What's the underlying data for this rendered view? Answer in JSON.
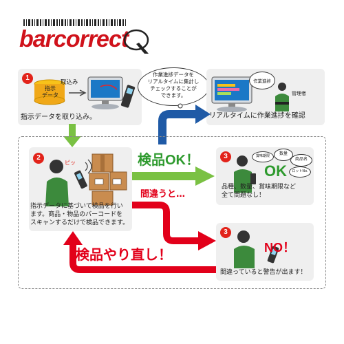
{
  "logo": {
    "text": "barcorrect"
  },
  "step1": {
    "badge": "1",
    "db_label_line1": "指示",
    "db_label_line2": "データ",
    "import_label": "取込み",
    "caption": "指示データを取り込み。"
  },
  "progress": {
    "bubble_line1": "作業進捗データを",
    "bubble_line2": "リアルタイムに集計し",
    "bubble_line3": "チェックすることが",
    "bubble_line4": "できます。",
    "screen_bubble": "作業進捗",
    "manager_label": "管理者",
    "caption": "リアルタイムに作業進捗を確認"
  },
  "step2": {
    "badge": "2",
    "beep": "ピッ",
    "caption_line1": "指示データに基づいて検品を行い",
    "caption_line2": "ます。商品・物品のバーコードを",
    "caption_line3": "スキャンするだけで検品できます。"
  },
  "ok_arrow_label": "検品OK！",
  "ng_arrow_label": "間違うと…",
  "redo_arrow_label": "検品やり直し！",
  "step3_ok": {
    "badge": "3",
    "bubble_expiry": "賞味期限",
    "bubble_qty": "数量",
    "bubble_item": "商品名",
    "bubble_lot": "ロットNo.",
    "ok_text": "OK",
    "caption_line1": "品種、数量、賞味期限など",
    "caption_line2": "全て問題なし！"
  },
  "step3_ng": {
    "badge": "3",
    "ng_text": "NO！",
    "caption": "間違っていると警告が出ます！"
  },
  "colors": {
    "brand_red": "#d0121b",
    "badge_red": "#e2231a",
    "ok_green": "#2e9a2e",
    "arrow_green": "#7ac143",
    "arrow_red": "#e2001a",
    "arrow_blue": "#1f5aa6",
    "panel_gray": "#efefef"
  }
}
